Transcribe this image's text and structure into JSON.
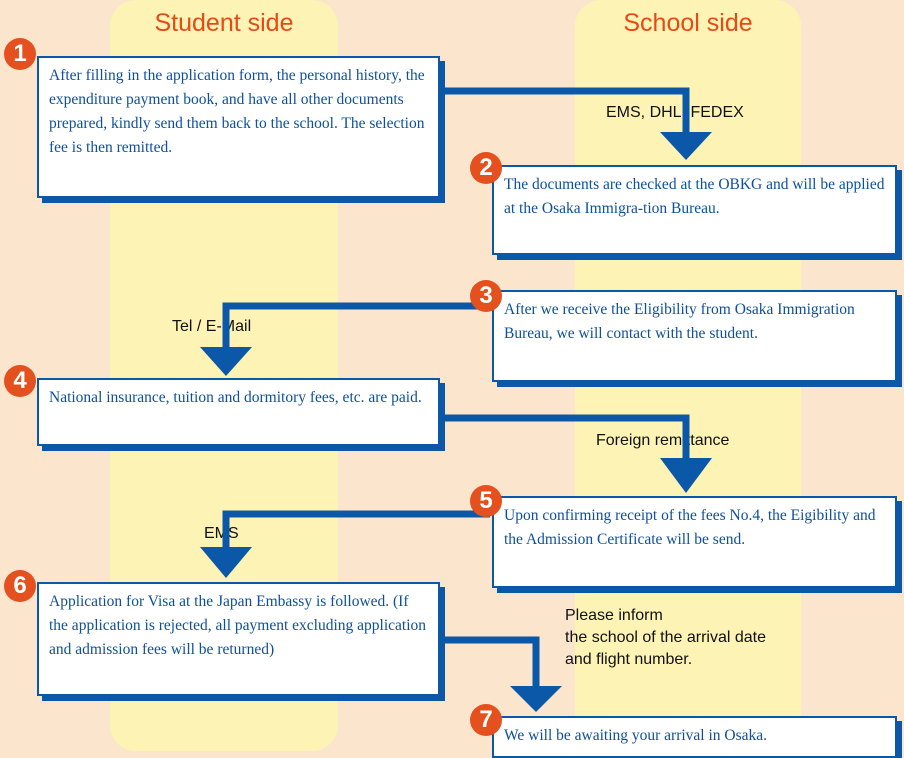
{
  "headers": {
    "student": "Student side",
    "school": "School side"
  },
  "steps": [
    {
      "num": "1",
      "text": "After filling in the application form, the personal history, the expenditure payment book, and have all other documents prepared, kindly send them back to the school. The selection fee is then remitted."
    },
    {
      "num": "2",
      "text": "The documents are checked at the OBKG and will be applied at the Osaka Immigra-tion Bureau."
    },
    {
      "num": "3",
      "text": "After we receive the Eligibility from Osaka Immigration Bureau, we will contact with the student."
    },
    {
      "num": "4",
      "text": "National insurance, tuition and dormitory fees, etc. are paid."
    },
    {
      "num": "5",
      "text": "Upon confirming receipt of the fees No.4, the Eigibility and the Admission Certificate will be send."
    },
    {
      "num": "6",
      "text": "Application for Visa at the Japan Embassy is followed. (If the application is rejected, all payment excluding application and admission fees will be returned)"
    },
    {
      "num": "7",
      "text": "We will be awaiting your arrival in Osaka."
    }
  ],
  "labels": {
    "ems_dhl_fedex": "EMS, DHL, FEDEX",
    "tel_email": "Tel / E-Mail",
    "foreign_remittance": "Foreign remittance",
    "ems": "EMS"
  },
  "note": {
    "line1": "Please inform",
    "line2": "the school of the arrival date",
    "line3": "and flight number."
  },
  "colors": {
    "accent_blue": "#0b58a8",
    "badge_orange": "#e5501f",
    "title_orange": "#e64a19",
    "column_yellow": "#fcf3b4",
    "background": "#fbe5cd"
  }
}
